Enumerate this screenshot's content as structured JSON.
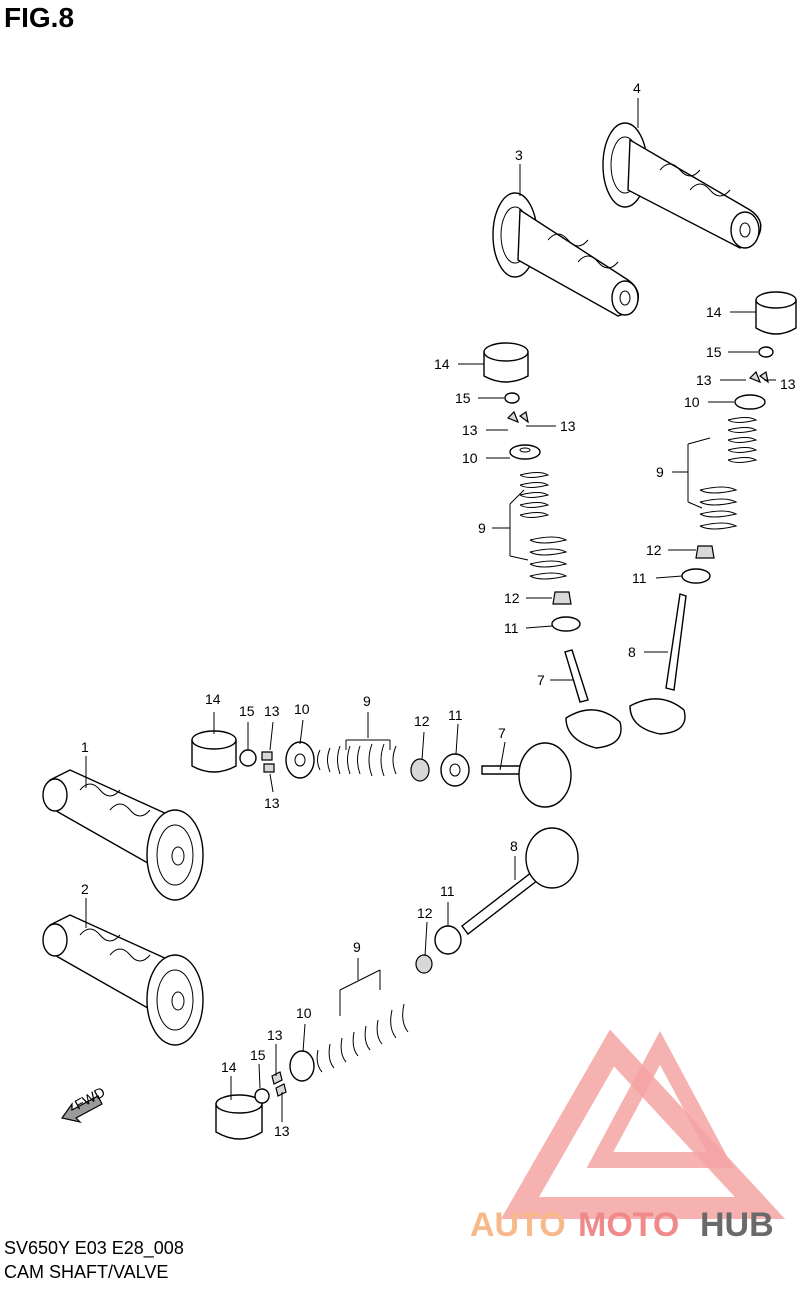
{
  "figure_title": "FIG.8",
  "footer": {
    "model_code": "SV650Y E03 E28_008",
    "section_name": "CAM SHAFT/VALVE"
  },
  "fwd_arrow_label": "FWD",
  "watermark": {
    "part1": "AUTO",
    "part2": "MOTO",
    "part3": "HUB",
    "color1": "#f7b98a",
    "color2": "#f08a8a",
    "color3": "#6a6a6a"
  },
  "callouts": {
    "c1": "1",
    "c2": "2",
    "c3": "3",
    "c4": "4",
    "c7a": "7",
    "c7b": "7",
    "c8a": "8",
    "c8b": "8",
    "c9a": "9",
    "c9b": "9",
    "c9c": "9",
    "c9d": "9",
    "c10a": "10",
    "c10b": "10",
    "c10c": "10",
    "c10d": "10",
    "c11a": "11",
    "c11b": "11",
    "c11c": "11",
    "c11d": "11",
    "c12a": "12",
    "c12b": "12",
    "c12c": "12",
    "c12d": "12",
    "c13a": "13",
    "c13b": "13",
    "c13c": "13",
    "c13d": "13",
    "c13e": "13",
    "c13f": "13",
    "c13g": "13",
    "c13h": "13",
    "c14a": "14",
    "c14b": "14",
    "c14c": "14",
    "c14d": "14",
    "c15a": "15",
    "c15b": "15",
    "c15c": "15",
    "c15d": "15"
  }
}
